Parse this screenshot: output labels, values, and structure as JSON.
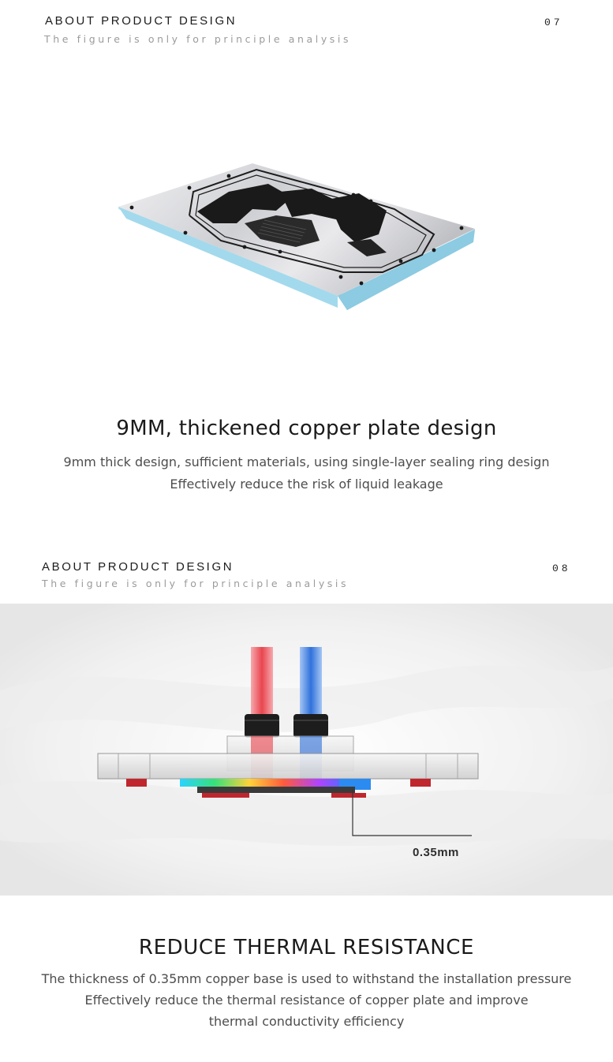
{
  "section1": {
    "title": "ABOUT PRODUCT DESIGN",
    "subtitle": "The figure is only for principle analysis",
    "number": "07",
    "headline": "9MM, thickened copper plate design",
    "desc_lines": [
      "9mm thick design, sufficient materials, using single-layer sealing ring design",
      "Effectively reduce the risk of liquid leakage"
    ],
    "plate_side_color": "#a9dcee",
    "plate_top_color": "#d9d9dc"
  },
  "section2": {
    "title": "ABOUT PRODUCT DESIGN",
    "subtitle": "The figure is only for principle analysis",
    "number": "08",
    "callout": "0.35mm",
    "headline": "REDUCE THERMAL RESISTANCE",
    "desc_lines": [
      "The thickness of 0.35mm copper base is used to withstand the installation pressure",
      "Effectively reduce the thermal resistance of copper plate and improve",
      "thermal conductivity efficiency"
    ],
    "hot_color": "#e8323c",
    "cold_color": "#1a63d8"
  }
}
